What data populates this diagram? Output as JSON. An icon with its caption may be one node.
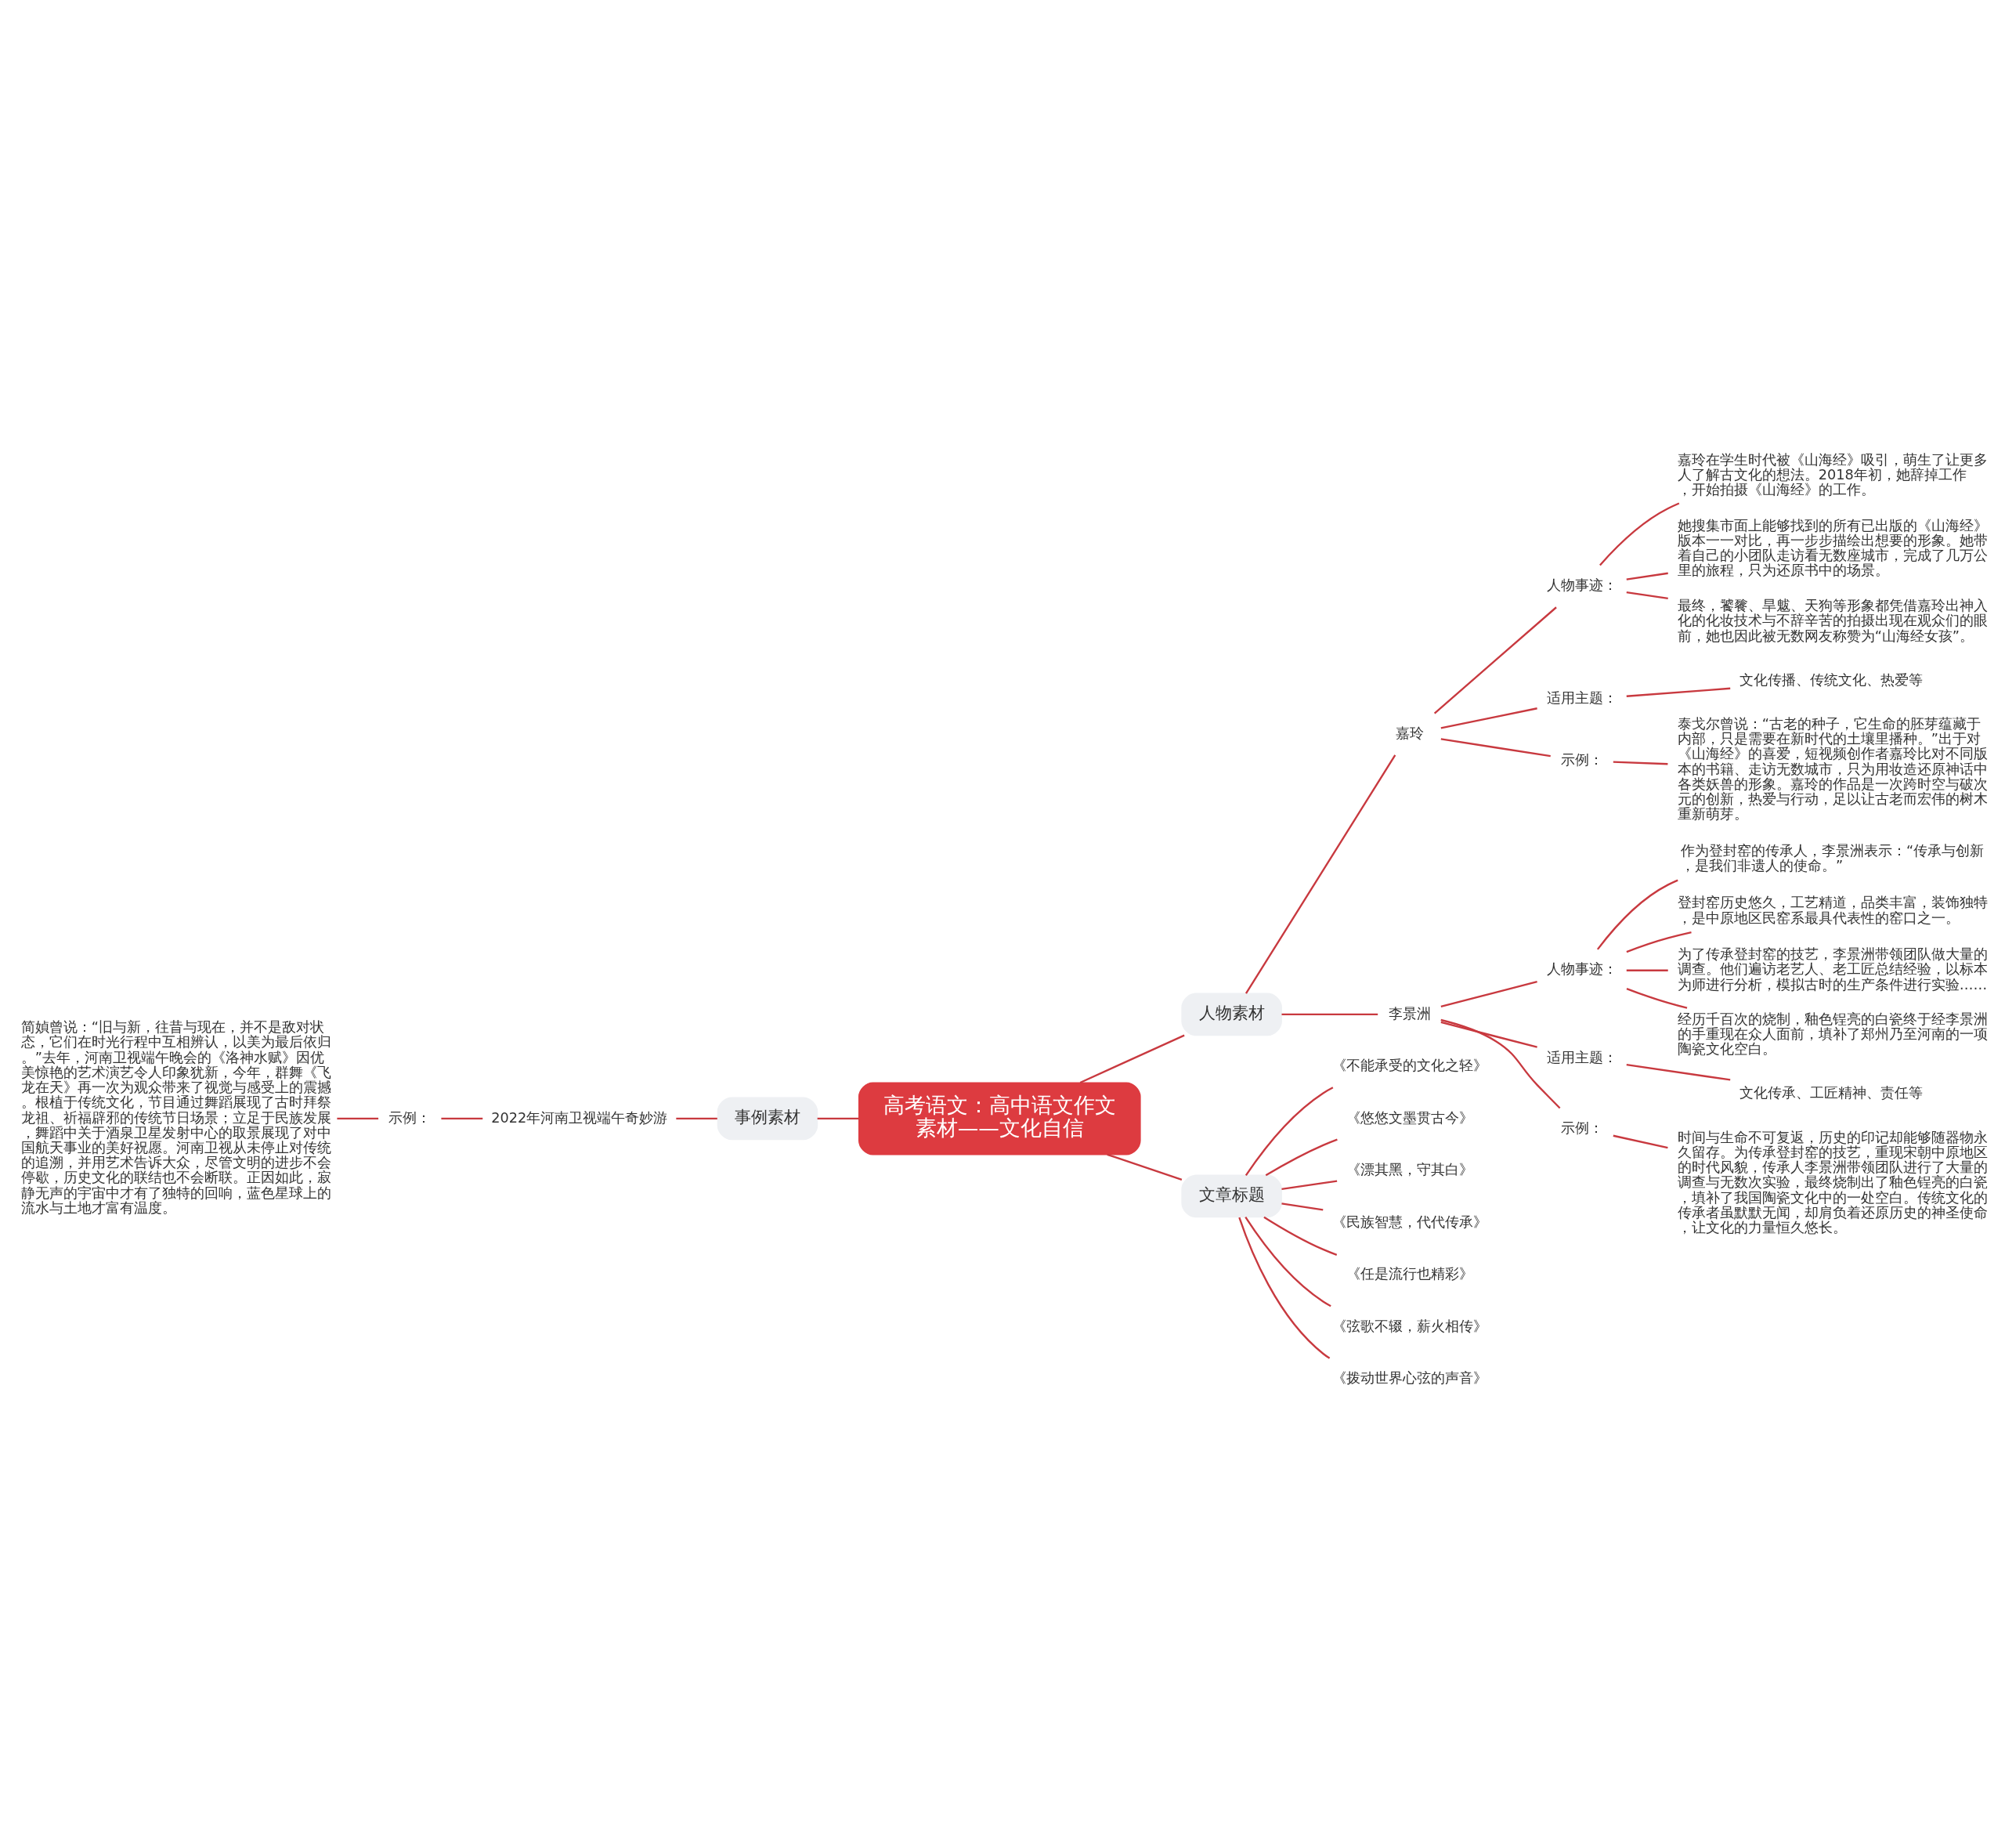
{
  "diagram": {
    "nodes": [
      {
        "text": [
          "高考语文：高中语文作文素材——文化自信"
        ]
      },
      {
        "text": [
          "人物素材"
        ]
      },
      {
        "text": [
          "嘉玲"
        ]
      },
      {
        "text": [
          "人物事迹："
        ]
      },
      {
        "text": [
          "嘉玲在学生时代被《山海经》吸引，萌生了让更多人了解古文化的想法。2018年初，她辞掉工作，开始拍摄《山海经》的工作。"
        ]
      },
      {
        "text": [
          "她搜集市面上能够找到的所有已出版的《山海经》版本一一对比，再一步步描绘出想要的形象。她带着自己的小团队走访看无数座城市，完成了几万公里的旅程，只为还原书中的场景。"
        ]
      },
      {
        "text": [
          "最终，饕餮、旱魃、天狗等形象都凭借嘉玲出神入化的化妆技术与不辞辛苦的拍摄出现在观众们的眼前，她也因此被无数网友称赞为“山海经女孩”。"
        ]
      },
      {
        "text": [
          "适用主题："
        ]
      },
      {
        "text": [
          "文化传播、传统文化、热爱等"
        ]
      },
      {
        "text": [
          "示例："
        ]
      },
      {
        "text": [
          "泰戈尔曾说：“古老的种子，它生命的胚芽蕴藏于内部，只是需要在新时代的土壤里播种。”出于对《山海经》的喜爱，短视频创作者嘉玲比对不同版本的书籍、走访无数城市，只为用妆造还原神话中各类妖兽的形象。嘉玲的作品是一次跨时空与破次元的创新，热爱与行动，足以让古老而宏伟的树木重新萌芽。"
        ]
      },
      {
        "text": [
          "李景洲"
        ]
      },
      {
        "text": [
          "人物事迹："
        ]
      },
      {
        "text": [
          "作为登封窑的传承人，李景洲表示：“传承与创新，是我们非遗人的使命。”"
        ]
      },
      {
        "text": [
          "登封窑历史悠久，工艺精道，品类丰富，装饰独特，是中原地区民窑系最具代表性的窑口之一。"
        ]
      },
      {
        "text": [
          "为了传承登封窑的技艺，李景洲带领团队做大量的调查。他们遍访老艺人、老工匠总结经验，以标本为师进行分析，模拟古时的生产条件进行实验……"
        ]
      },
      {
        "text": [
          "经历千百次的烧制，釉色锃亮的白瓷终于经李景洲的手重现在众人面前，填补了郑州乃至河南的一项陶瓷文化空白。"
        ]
      },
      {
        "text": [
          "适用主题："
        ]
      },
      {
        "text": [
          "文化传承、工匠精神、责任等"
        ]
      },
      {
        "text": [
          "示例："
        ]
      },
      {
        "text": [
          "时间与生命不可复返，历史的印记却能够随器物永久留存。为传承登封窑的技艺，重现宋朝中原地区的时代风貌，传承人李景洲带领团队进行了大量的调查与无数次实验，最终烧制出了釉色锃亮的白瓷，填补了我国陶瓷文化中的一处空白。传统文化的传承者虽默默无闻，却肩负着还原历史的神圣使命，让文化的力量恒久悠长。"
        ]
      },
      {
        "text": [
          "文章标题"
        ]
      },
      {
        "text": [
          "《不能承受的文化之轻》"
        ]
      },
      {
        "text": [
          "《悠悠文墨贯古今》"
        ]
      },
      {
        "text": [
          "《漂其黑，守其白》"
        ]
      },
      {
        "text": [
          "《民族智慧，代代传承》"
        ]
      },
      {
        "text": [
          "《任是流行也精彩》"
        ]
      },
      {
        "text": [
          "《弦歌不辍，薪火相传》"
        ]
      },
      {
        "text": [
          "《拨动世界心弦的声音》"
        ]
      },
      {
        "text": [
          "事例素材"
        ]
      },
      {
        "text": [
          "2022年河南卫视端午奇妙游"
        ]
      },
      {
        "text": [
          "示例："
        ]
      },
      {
        "text": [
          "简媜曾说：“旧与新，往昔与现在，并不是敌对状态，它们在时光行程中互相辨认，以美为最后依归。”去年，河南卫视端午晚会的《洛神水赋》因优美惊艳的艺术演艺令人印象犹新，今年，群舞《飞龙在天》再一次为观众带来了视觉与感受上的震撼。根植于传统文化，节目通过舞蹈展现了古时拜祭龙祖、祈福辟邪的传统节日场景；立足于民族发展，舞蹈中关于酒泉卫星发射中心的取景展现了对中国航天事业的美好祝愿。河南卫视从未停止对传统的追溯，并用艺术告诉大众，尽管文明的进步不会停歇，历史文化的联结也不会断联。正因如此，寂静无声的宇宙中才有了独特的回响，蓝色星球上的流水与土地才富有温度。"
        ]
      }
    ],
    "edges": [
      {
        "from": 0,
        "to": 1,
        "arrow": "none"
      },
      {
        "from": 1,
        "to": 2,
        "arrow": "none"
      },
      {
        "from": 2,
        "to": 3,
        "arrow": "none"
      },
      {
        "from": 3,
        "to": 4,
        "arrow": "none"
      },
      {
        "from": 3,
        "to": 5,
        "arrow": "none"
      },
      {
        "from": 3,
        "to": 6,
        "arrow": "none"
      },
      {
        "from": 2,
        "to": 7,
        "arrow": "none"
      },
      {
        "from": 7,
        "to": 8,
        "arrow": "none"
      },
      {
        "from": 2,
        "to": 9,
        "arrow": "none"
      },
      {
        "from": 9,
        "to": 10,
        "arrow": "none"
      },
      {
        "from": 1,
        "to": 11,
        "arrow": "none"
      },
      {
        "from": 11,
        "to": 12,
        "arrow": "none"
      },
      {
        "from": 12,
        "to": 13,
        "arrow": "none"
      },
      {
        "from": 12,
        "to": 14,
        "arrow": "none"
      },
      {
        "from": 12,
        "to": 15,
        "arrow": "none"
      },
      {
        "from": 12,
        "to": 16,
        "arrow": "none"
      },
      {
        "from": 11,
        "to": 17,
        "arrow": "none"
      },
      {
        "from": 17,
        "to": 18,
        "arrow": "none"
      },
      {
        "from": 11,
        "to": 19,
        "arrow": "none"
      },
      {
        "from": 19,
        "to": 20,
        "arrow": "none"
      },
      {
        "from": 0,
        "to": 21,
        "arrow": "none"
      },
      {
        "from": 21,
        "to": 22,
        "arrow": "none"
      },
      {
        "from": 21,
        "to": 23,
        "arrow": "none"
      },
      {
        "from": 21,
        "to": 24,
        "arrow": "none"
      },
      {
        "from": 21,
        "to": 25,
        "arrow": "none"
      },
      {
        "from": 21,
        "to": 26,
        "arrow": "none"
      },
      {
        "from": 21,
        "to": 27,
        "arrow": "none"
      },
      {
        "from": 21,
        "to": 28,
        "arrow": "none"
      },
      {
        "from": 0,
        "to": 29,
        "arrow": "none"
      },
      {
        "from": 29,
        "to": 30,
        "arrow": "none"
      },
      {
        "from": 30,
        "to": 31,
        "arrow": "none"
      },
      {
        "from": 31,
        "to": 32,
        "arrow": "none"
      }
    ]
  }
}
